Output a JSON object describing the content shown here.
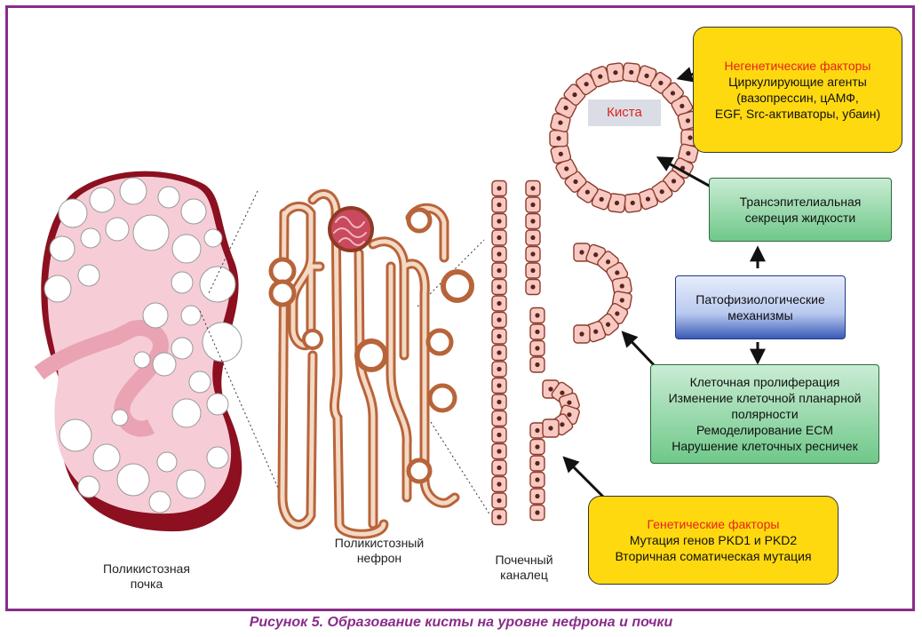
{
  "labels": {
    "kidney": [
      "Поликистозная",
      "почка"
    ],
    "nephron": [
      "Поликистозный",
      "нефрон"
    ],
    "tubule": [
      "Почечный",
      "каналец"
    ],
    "cyst": "Киста"
  },
  "boxes": {
    "nongenetic": {
      "title": "Негенетические факторы",
      "lines": [
        "Циркулирующие агенты",
        "(вазопрессин, цАМФ,",
        "EGF, Src-активаторы, убаин)"
      ]
    },
    "secretion": {
      "lines": [
        "Трансэпителиальная",
        "секреция жидкости"
      ]
    },
    "mechanisms": {
      "lines": [
        "Патофизиологические",
        "механизмы"
      ]
    },
    "proliferation": {
      "lines": [
        "Клеточная пролиферация",
        "Изменение клеточной планарной",
        "полярности",
        "Ремоделирование ECM",
        "Нарушение клеточных ресничек"
      ]
    },
    "genetic": {
      "title": "Генетические факторы",
      "lines": [
        "Мутация генов PKD1 и PKD2",
        "Вторичная соматическая мутация"
      ]
    }
  },
  "caption": "Рисунок 5. Образование кисты на уровне нефрона и почки",
  "colors": {
    "frame": "#8a2c8a",
    "title_red": "#e2231a",
    "yellow": "#ffd90f",
    "green": "#6fc889",
    "blue": "#3a5bb6",
    "kidney_pink": "#f6cdd7",
    "kidney_dark": "#8c1020",
    "nephron_brown": "#b8643a",
    "cell_pink": "#f8c9c3"
  }
}
